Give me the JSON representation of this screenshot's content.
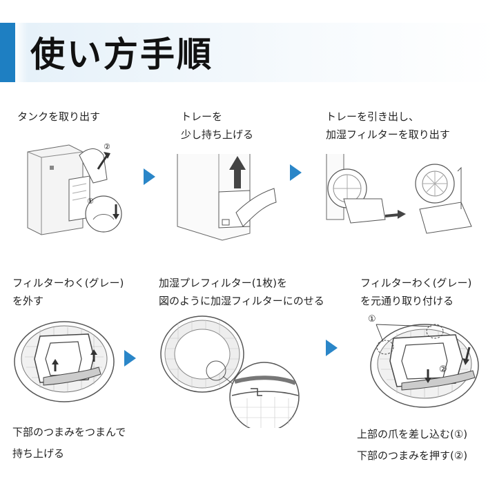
{
  "page": {
    "title": "使い方手順",
    "accent_color": "#1e7fc2",
    "arrow_color": "#2a86c8"
  },
  "steps": [
    {
      "lines": [
        "タンクを取り出す"
      ],
      "markers": [
        "①",
        "②"
      ]
    },
    {
      "lines": [
        "トレーを",
        "少し持ち上げる"
      ]
    },
    {
      "lines": [
        "トレーを引き出し、",
        "加湿フィルターを取り出す"
      ]
    },
    {
      "lines": [
        "フィルターわく(グレー)",
        "を外す"
      ],
      "caption": [
        "下部のつまみをつまんで",
        "持ち上げる"
      ]
    },
    {
      "lines": [
        "加湿プレフィルター(1枚)を",
        "図のように加湿フィルターにのせる"
      ]
    },
    {
      "lines": [
        "フィルターわく(グレー)",
        "を元通り取り付ける"
      ],
      "markers": [
        "①",
        "②"
      ],
      "caption": [
        "上部の爪を差し込む(①)",
        "下部のつまみを押す(②)"
      ]
    }
  ],
  "icons": [
    "step-arrow-icon"
  ]
}
